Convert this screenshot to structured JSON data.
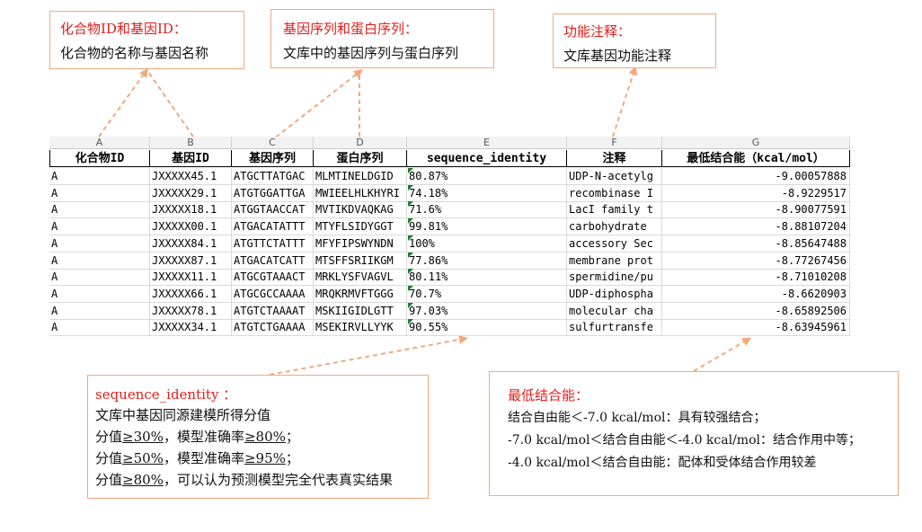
{
  "annotations": {
    "id": {
      "title": "化合物ID和基因ID：",
      "body": "化合物的名称与基因名称"
    },
    "sequence": {
      "title": "基因序列和蛋白序列：",
      "body": "文库中的基因序列与蛋白序列"
    },
    "function": {
      "title": "功能注释：",
      "body": "文库基因功能注释"
    },
    "identity": {
      "title": "sequence_identity ：",
      "line1": "文库中基因同源建模所得分值",
      "line2a": "分值",
      "line2b": "≥30%",
      "line2c": "，模型准确率",
      "line2d": "≥80%",
      "line2e": "；",
      "line3a": "分值",
      "line3b": "≥50%",
      "line3c": "，模型准确率",
      "line3d": "≥95%",
      "line3e": "；",
      "line4a": "分值",
      "line4b": "≥80%",
      "line4c": "，可以认为预测模型完全代表真实结果"
    },
    "energy": {
      "title": "最低结合能：",
      "line1": "结合自由能＜-7.0 kcal/mol：具有较强结合；",
      "line2": "-7.0 kcal/mol＜结合自由能＜-4.0 kcal/mol：结合作用中等；",
      "line3": "-4.0 kcal/mol＜结合自由能：配体和受体结合作用较差"
    }
  },
  "sheet": {
    "column_letters": [
      "A",
      "B",
      "C",
      "D",
      "E",
      "F",
      "G"
    ],
    "headers": [
      "化合物ID",
      "基因ID",
      "基因序列",
      "蛋白序列",
      "sequence_identity",
      "注释",
      "最低结合能（kcal/mol）"
    ],
    "rows": [
      [
        "A",
        "JXXXXX45.1",
        "ATGCTTATGAC",
        "MLMTINELDGID",
        "80.87%",
        "UDP-N-acetylg",
        "-9.00057888"
      ],
      [
        "A",
        "JXXXXX29.1",
        "ATGTGGATTGA",
        "MWIEELHLKHYRI",
        "74.18%",
        "recombinase I",
        "-8.9229517"
      ],
      [
        "A",
        "JXXXXX18.1",
        "ATGGTAACCAT",
        "MVTIKDVAQKAG",
        "71.6%",
        "LacI family t",
        "-8.90077591"
      ],
      [
        "A",
        "JXXXXX00.1",
        "ATGACATATTT",
        "MTYFLSIDYGGT",
        "99.81%",
        "carbohydrate",
        "-8.88107204"
      ],
      [
        "A",
        "JXXXXX84.1",
        "ATGTTCTATTT",
        "MFYFIPSWYNDN",
        "100%",
        "accessory Sec",
        "-8.85647488"
      ],
      [
        "A",
        "JXXXXX87.1",
        "ATGACATCATT",
        "MTSFFSRIIKGM",
        "77.86%",
        "membrane prot",
        "-8.77267456"
      ],
      [
        "A",
        "JXXXXX11.1",
        "ATGCGTAAACT",
        "MRKLYSFVAGVL",
        "80.11%",
        "spermidine/pu",
        "-8.71010208"
      ],
      [
        "A",
        "JXXXXX66.1",
        "ATGCGCCAAAA",
        "MRQKRMVFTGGG",
        "70.7%",
        "UDP-diphospha",
        "-8.6620903"
      ],
      [
        "A",
        "JXXXXX78.1",
        "ATGTCTAAAAT",
        "MSKIIGIDLGTT",
        "97.03%",
        "molecular cha",
        "-8.65892506"
      ],
      [
        "A",
        "JXXXXX34.1",
        "ATGTCTGAAAA",
        "MSEKIRVLLYYK",
        "90.55%",
        "sulfurtransfe",
        "-8.63945961"
      ]
    ]
  }
}
